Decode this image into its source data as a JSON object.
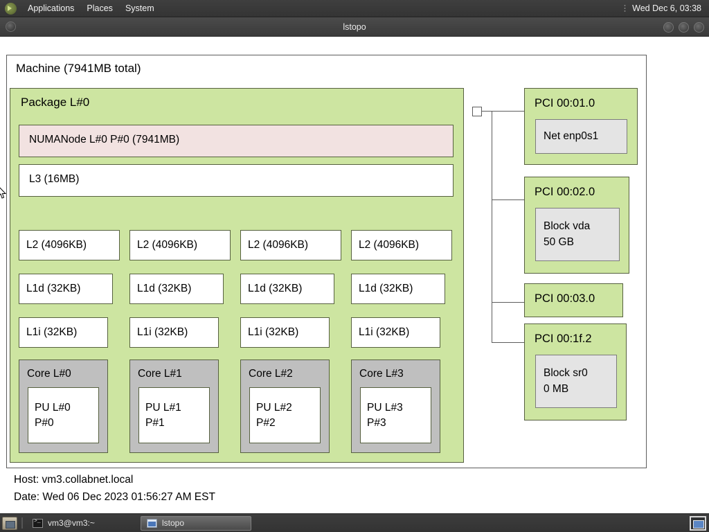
{
  "panel": {
    "logo_icon": "gnome-foot-icon",
    "menus": [
      "Applications",
      "Places",
      "System"
    ],
    "clock": "Wed Dec  6, 03:38"
  },
  "window": {
    "title": "lstopo",
    "icon": "window-menu-icon",
    "buttons": [
      "minimize-button",
      "maximize-button",
      "close-button"
    ]
  },
  "topology": {
    "machine": "Machine (7941MB total)",
    "package": "Package L#0",
    "numanode": "NUMANode L#0 P#0 (7941MB)",
    "l3": "L3 (16MB)",
    "l2": [
      "L2 (4096KB)",
      "L2 (4096KB)",
      "L2 (4096KB)",
      "L2 (4096KB)"
    ],
    "l1d": [
      "L1d (32KB)",
      "L1d (32KB)",
      "L1d (32KB)",
      "L1d (32KB)"
    ],
    "l1i": [
      "L1i (32KB)",
      "L1i (32KB)",
      "L1i (32KB)",
      "L1i (32KB)"
    ],
    "cores": [
      {
        "title": "Core L#0",
        "pu_l": "PU L#0",
        "pu_p": "P#0"
      },
      {
        "title": "Core L#1",
        "pu_l": "PU L#1",
        "pu_p": "P#1"
      },
      {
        "title": "Core L#2",
        "pu_l": "PU L#2",
        "pu_p": "P#2"
      },
      {
        "title": "Core L#3",
        "pu_l": "PU L#3",
        "pu_p": "P#3"
      }
    ],
    "pci": [
      {
        "title": "PCI 00:01.0",
        "child_line1": "Net enp0s1",
        "child_line2": ""
      },
      {
        "title": "PCI 00:02.0",
        "child_line1": "Block vda",
        "child_line2": "50 GB"
      },
      {
        "title": "PCI 00:03.0",
        "child_line1": "",
        "child_line2": ""
      },
      {
        "title": "PCI 00:1f.2",
        "child_line1": "Block sr0",
        "child_line2": "0 MB"
      }
    ],
    "footer": {
      "host": "Host: vm3.collabnet.local",
      "date": "Date: Wed 06 Dec 2023 01:56:27 AM EST"
    }
  },
  "colors": {
    "package_green": "#cde5a1",
    "numa_pink": "#f2e2e1",
    "core_gray": "#bfbfbf",
    "pci_child_gray": "#e4e4e4",
    "border_olive": "#56603f",
    "border_gray": "#5c5c5c"
  },
  "taskbar": {
    "show_desktop_icon": "show-desktop-icon",
    "windows": [
      {
        "icon": "terminal-icon",
        "label": "vm3@vm3:~",
        "active": false
      },
      {
        "icon": "lstopo-window-icon",
        "label": "lstopo",
        "active": true
      }
    ],
    "pager_icon": "workspace-switcher-icon"
  }
}
